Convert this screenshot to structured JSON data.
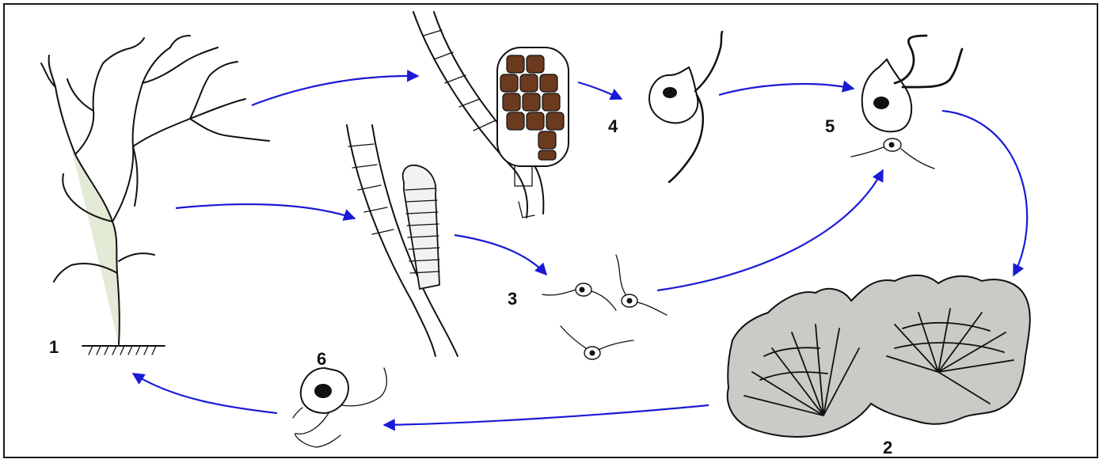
{
  "labels": {
    "stage1": "1",
    "stage2": "2",
    "stage3": "3",
    "stage4": "4",
    "stage5": "5",
    "stage6": "6"
  },
  "colors": {
    "frame": "#1a1a1a",
    "arrow": "#1a1ad6",
    "thallus_fill": "#e3ead6",
    "sporophyte_fill": "#c9cbc6",
    "sporangium_cells": "#6b3a1f",
    "ink": "#111111"
  }
}
